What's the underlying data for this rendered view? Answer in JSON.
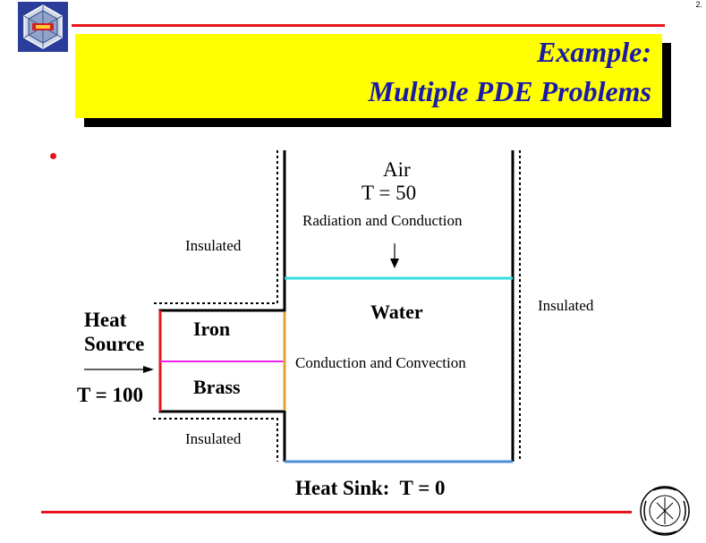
{
  "slide": {
    "page_number": "2.",
    "title_line1": "Example:",
    "title_line2": "Multiple PDE Problems"
  },
  "diagram": {
    "air_label": "Air",
    "air_temp": "T = 50",
    "air_interface": "Radiation and Conduction",
    "insulated_top_left": "Insulated",
    "insulated_right": "Insulated",
    "insulated_bottom_left": "Insulated",
    "water_label": "Water",
    "water_interface": "Conduction and Convection",
    "heat_source_line1": "Heat",
    "heat_source_line2": "Source",
    "source_temp": "T = 100",
    "iron_label": "Iron",
    "brass_label": "Brass",
    "heat_sink": "Heat Sink:  T = 0"
  },
  "colors": {
    "accent_red": "#e8141b",
    "title_blue": "#1a1aa8",
    "title_bg": "#ffff00",
    "air_water_line": "#33dddd",
    "iron_brass_line": "#ee22ee",
    "metal_water_line": "#e8a23a",
    "sink_line": "#4a90d9"
  },
  "logo": {
    "name": "purdue-university-seal",
    "top_logo": "hexagon-emblem"
  }
}
